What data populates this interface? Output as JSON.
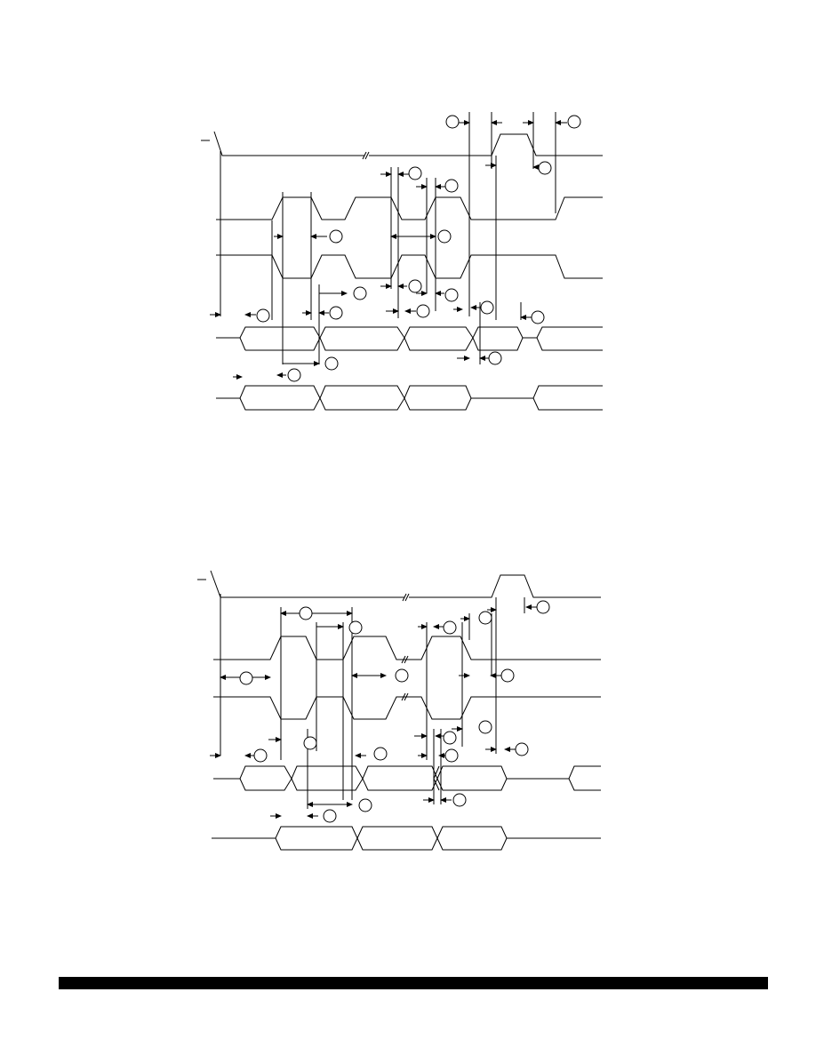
{
  "colors": {
    "ink": "#000000",
    "paper": "#ffffff",
    "footer_bar": "#000000"
  },
  "figures": [
    {
      "id": "upper-timing-diagram",
      "signal_traces": 5,
      "timing_callouts": 16
    },
    {
      "id": "lower-timing-diagram",
      "signal_traces": 5,
      "timing_callouts": 16
    }
  ]
}
